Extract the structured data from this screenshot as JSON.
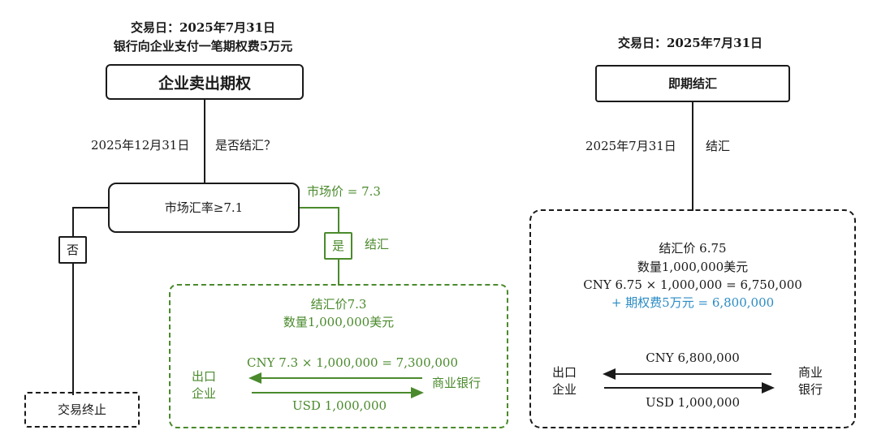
{
  "colors": {
    "ink": "#1a1a1a",
    "green": "#4a8a2c",
    "blue": "#2a8bc4"
  },
  "left": {
    "trade_date": "交易日：2025年7月31日",
    "premium_note": "银行向企业支付一笔期权费5万元",
    "main_box": "企业卖出期权",
    "expiry_date": "2025年12月31日",
    "question": "是否结汇？",
    "condition_box": "市场汇率≥7.1",
    "no_label": "否",
    "yes_label": "是",
    "market_price": "市场价 = 7.3",
    "settle_label": "结汇",
    "terminate_box": "交易终止",
    "result": {
      "price": "结汇价7.3",
      "quantity": "数量1,000,000美元",
      "cny_flow": "CNY 7.3 × 1,000,000 = 7,300,000",
      "usd_flow": "USD 1,000,000",
      "party_left": [
        "出口",
        "企业"
      ],
      "party_right": "商业银行"
    }
  },
  "right": {
    "trade_date": "交易日：2025年7月31日",
    "main_box": "即期结汇",
    "date": "2025年7月31日",
    "action": "结汇",
    "result": {
      "price": "结汇价 6.75",
      "quantity": "数量1,000,000美元",
      "calc": "CNY 6.75 × 1,000,000 = 6,750,000",
      "premium_add": "+ 期权费5万元 = 6,800,000",
      "cny_flow": "CNY 6,800,000",
      "usd_flow": "USD 1,000,000",
      "party_left": [
        "出口",
        "企业"
      ],
      "party_right": [
        "商业",
        "银行"
      ]
    }
  }
}
